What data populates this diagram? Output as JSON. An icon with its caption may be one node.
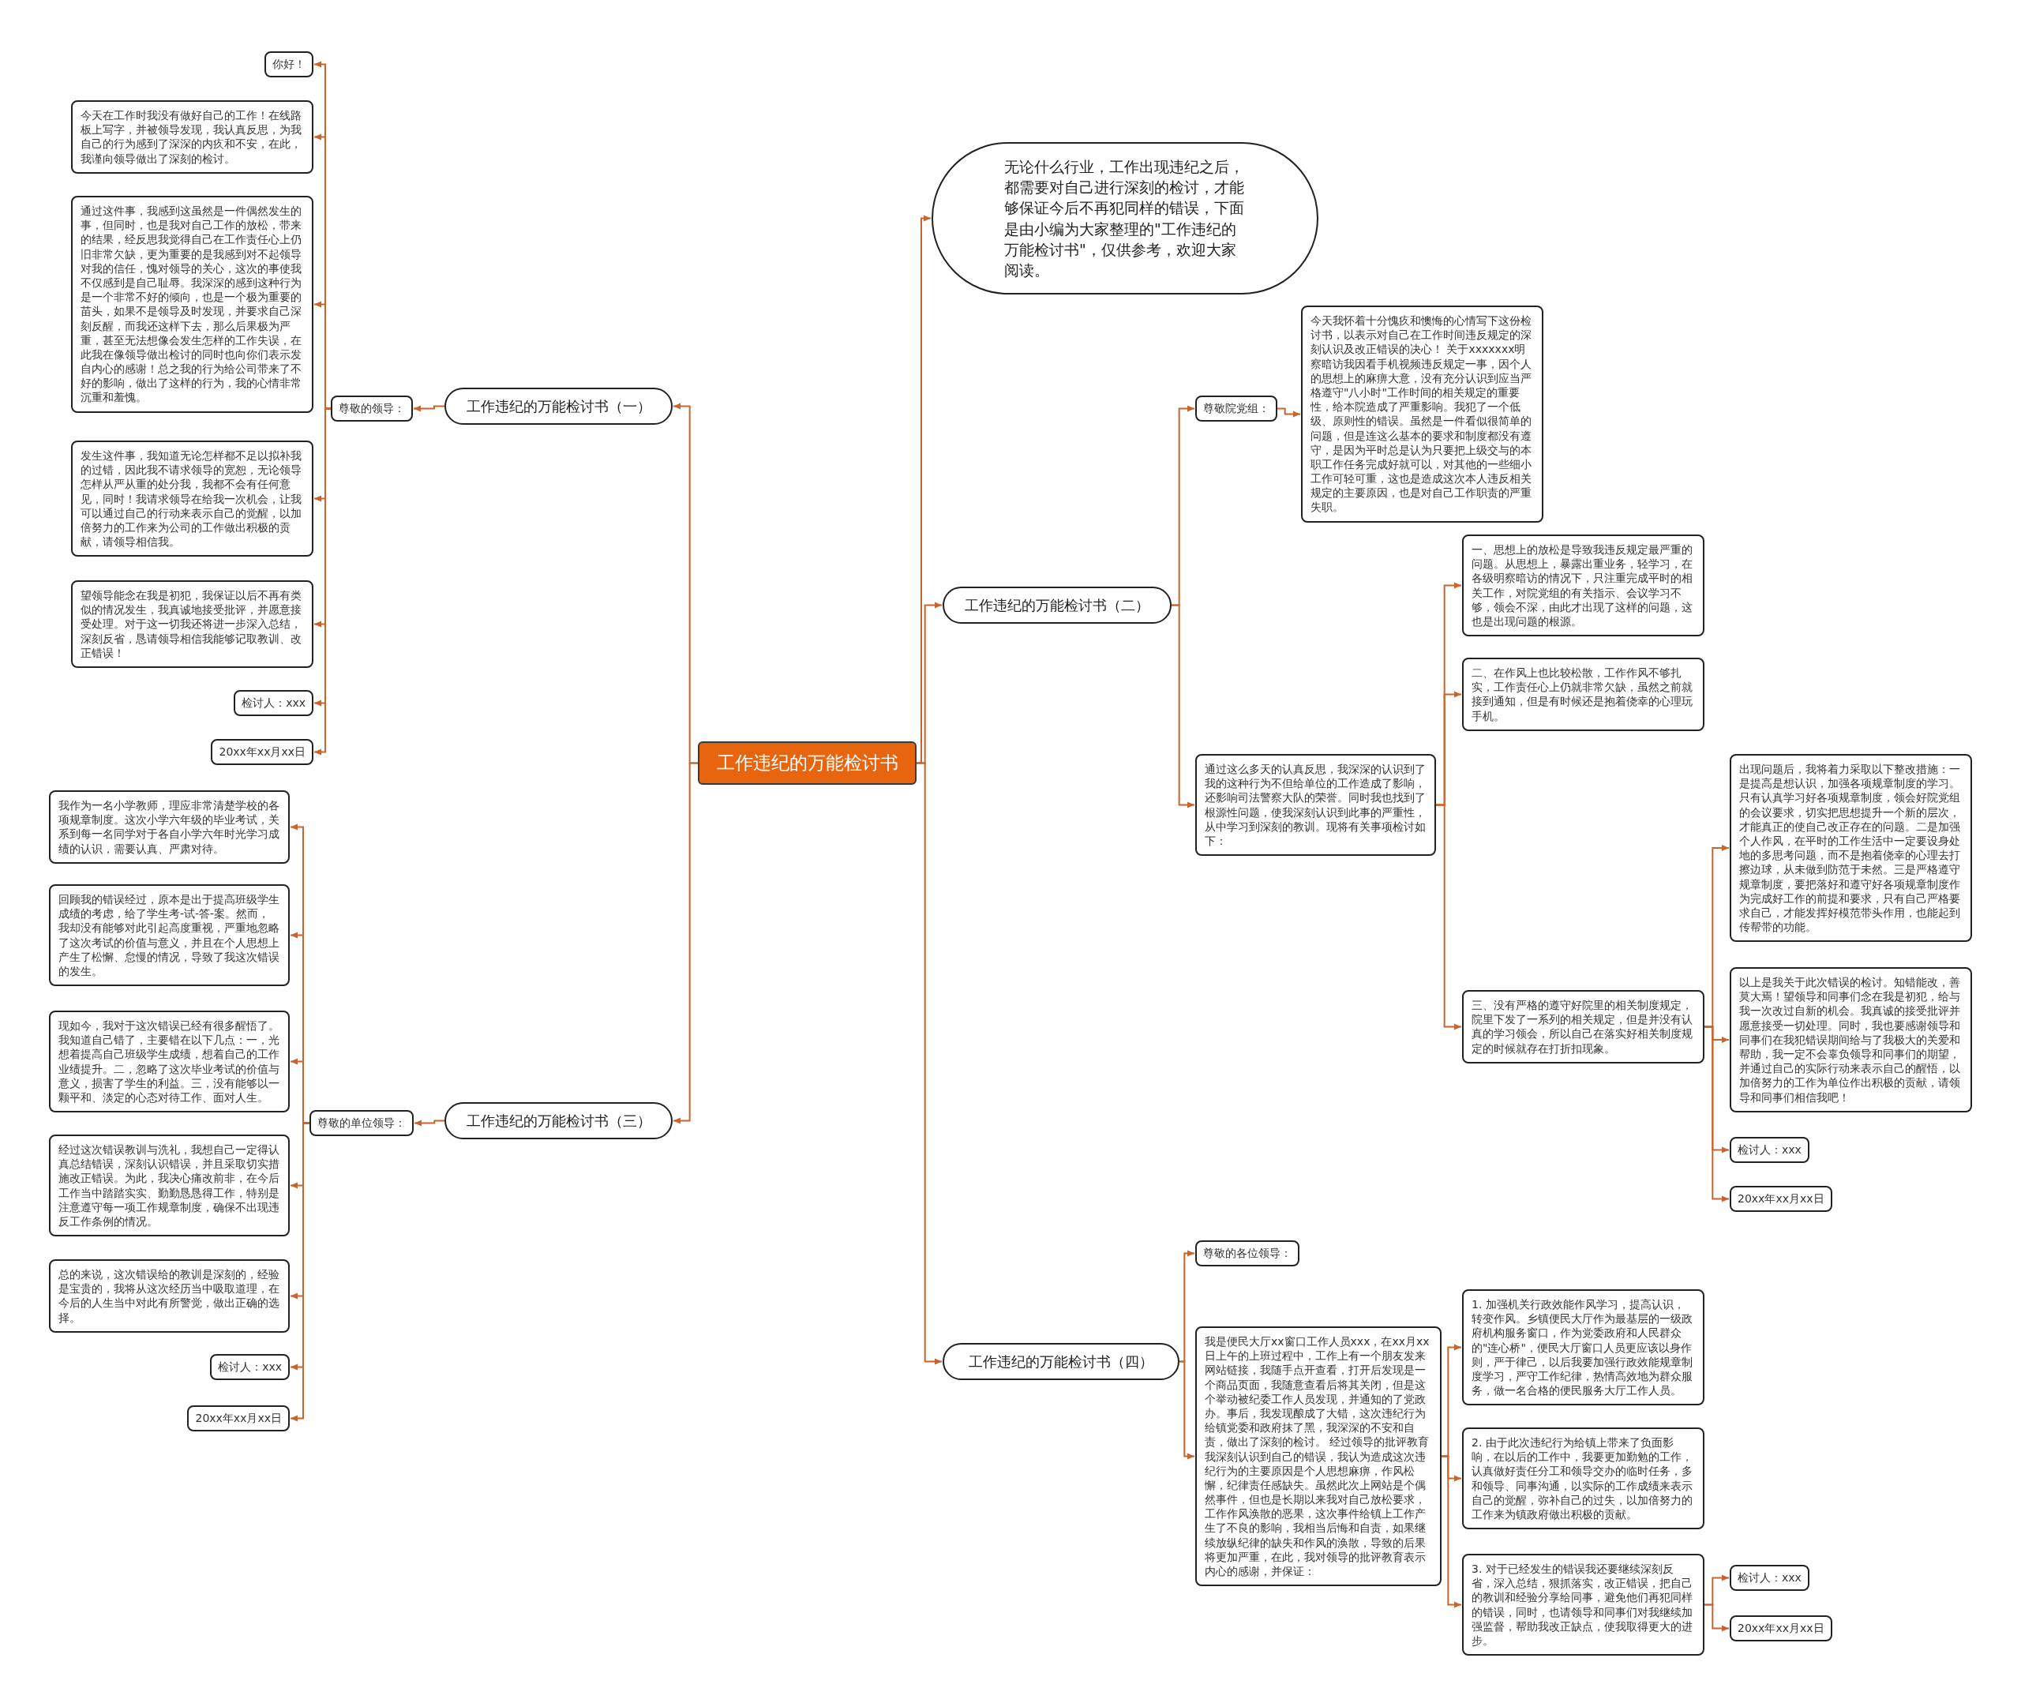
{
  "diagram": {
    "nodes": [
      {
        "text": [
          "工作违纪的万能检讨书"
        ]
      },
      {
        "text": [
          "无论什么行业，工作出现违纪之后，都需要对自己进行深刻的检讨，才能够保证今后不再犯同样的错误，下面是由小编为大家整理的\"工作违纪的万能检讨书\"，仅供参考，欢迎大家阅读。"
        ]
      },
      {
        "text": [
          "工作违纪的万能检讨书（二）"
        ]
      },
      {
        "text": [
          "尊敬院党组："
        ]
      },
      {
        "text": [
          "今天我怀着十分愧疚和懊悔的心情写下这份检讨书，以表示对自己在工作时间违反规定的深刻认识及改正错误的决心！ 关于xxxxxxx明察暗访我因看手机视频违反规定一事，因个人的思想上的麻痹大意，没有充分认识到应当严格遵守\"八小时\"工作时间的相关规定的重要性，给本院造成了严重影响。我犯了一个低级、原则性的错误。虽然是一件看似很简单的问题，但是连这么基本的要求和制度都没有遵守，是因为平时总是认为只要把上级交与的本职工作任务完成好就可以，对其他的一些细小工作可轻可重，这也是造成这次本人违反相关规定的主要原因，也是对自己工作职责的严重失职。"
        ]
      },
      {
        "text": [
          "通过这么多天的认真反思，我深深的认识到了我的这种行为不但给单位的工作造成了影响，还影响司法警察大队的荣誉。同时我也找到了根源性问题，使我深刻认识到此事的严重性，从中学习到深刻的教训。现将有关事项检讨如下："
        ]
      },
      {
        "text": [
          "一、思想上的放松是导致我违反规定最严重的问题。从思想上，暴露出重业务，轻学习，在各级明察暗访的情况下，只注重完成平时的相关工作，对院党组的有关指示、会议学习不够，领会不深，由此才出现了这样的问题，这也是出现问题的根源。"
        ]
      },
      {
        "text": [
          "二、在作风上也比较松散，工作作风不够扎实，工作责任心上仍就非常欠缺，虽然之前就接到通知，但是有时候还是抱着侥幸的心理玩手机。"
        ]
      },
      {
        "text": [
          "三、没有严格的遵守好院里的相关制度规定，院里下发了一系列的相关规定，但是并没有认真的学习领会，所以自己在落实好相关制度规定的时候就存在打折扣现象。"
        ]
      },
      {
        "text": [
          "出现问题后，我将着力采取以下整改措施：一是提高是想认识，加强各项规章制度的学习。只有认真学习好各项规章制度，领会好院党组的会议要求，切实把思想提升一个新的层次，才能真正的使自己改正存在的问题。二是加强个人作风，在平时的工作生活中一定要设身处地的多思考问题，而不是抱着侥幸的心理去打擦边球，从未做到防范于未然。三是严格遵守规章制度，要把落好和遵守好各项规章制度作为完成好工作的前提和要求，只有自己严格要求自己，才能发挥好模范带头作用，也能起到传帮带的功能。"
        ]
      },
      {
        "text": [
          "以上是我关于此次错误的检讨。知错能改，善莫大焉！望领导和同事们念在我是初犯，给与我一次改过自新的机会。我真诚的接受批评并愿意接受一切处理。同时，我也要感谢领导和同事们在我犯错误期间给与了我极大的关爱和帮助，我一定不会辜负领导和同事们的期望，并通过自己的实际行动来表示自己的醒悟，以加倍努力的工作为单位作出积极的贡献，请领导和同事们相信我吧！"
        ]
      },
      {
        "text": [
          "检讨人：xxx"
        ]
      },
      {
        "text": [
          "20xx年xx月xx日"
        ]
      },
      {
        "text": [
          "工作违纪的万能检讨书（四）"
        ]
      },
      {
        "text": [
          "尊敬的各位领导："
        ]
      },
      {
        "text": [
          "我是便民大厅xx窗口工作人员xxx，在xx月xx日上午的上班过程中，工作上有一个朋友发来网站链接，我随手点开查看，打开后发现是一个商品页面，我随意查看后将其关闭，但是这个举动被纪委工作人员发现，并通知的了党政办。事后，我发现酿成了大错，这次违纪行为给镇党委和政府抹了黑，我深深的不安和自责，做出了深刻的检讨。 经过领导的批评教育我深刻认识到自己的错误，我认为造成这次违纪行为的主要原因是个人思想麻痹，作风松懈，纪律责任感缺失。虽然此次上网站是个偶然事件，但也是长期以来我对自己放松要求，工作作风涣散的恶果，这次事件给镇上工作产生了不良的影响，我相当后悔和自责，如果继续放纵纪律的缺失和作风的涣散，导致的后果将更加严重，在此，我对领导的批评教育表示内心的感谢，并保证："
        ]
      },
      {
        "text": [
          "1. 加强机关行政效能作风学习，提高认识，转变作风。乡镇便民大厅作为最基层的一级政府机构服务窗口，作为党委政府和人民群众的\"连心桥\"，便民大厅窗口人员更应该以身作则，严于律己，以后我要加强行政效能规章制度学习，严守工作纪律，热情高效地为群众服务，做一名合格的便民服务大厅工作人员。"
        ]
      },
      {
        "text": [
          "2. 由于此次违纪行为给镇上带来了负面影响，在以后的工作中，我要更加勤勉的工作，认真做好责任分工和领导交办的临时任务，多和领导、同事沟通，以实际的工作成绩来表示自己的觉醒，弥补自己的过失，以加倍努力的工作来为镇政府做出积极的贡献。"
        ]
      },
      {
        "text": [
          "3. 对于已经发生的错误我还要继续深刻反省，深入总结，狠抓落实，改正错误，把自己的教训和经验分享给同事，避免他们再犯同样的错误，同时，也请领导和同事们对我继续加强监督，帮助我改正缺点，使我取得更大的进步。"
        ]
      },
      {
        "text": [
          "检讨人：xxx"
        ]
      },
      {
        "text": [
          "20xx年xx月xx日"
        ]
      },
      {
        "text": [
          "工作违纪的万能检讨书（一）"
        ]
      },
      {
        "text": [
          "尊敬的领导："
        ]
      },
      {
        "text": [
          "你好！"
        ]
      },
      {
        "text": [
          "今天在工作时我没有做好自己的工作！在线路板上写字，并被领导发现，我认真反思，为我自己的行为感到了深深的内疚和不安，在此，我谨向领导做出了深刻的检讨。"
        ]
      },
      {
        "text": [
          "通过这件事，我感到这虽然是一件偶然发生的事，但同时，也是我对自己工作的放松，带来的结果，经反思我觉得自己在工作责任心上仍旧非常欠缺，更为重要的是我感到对不起领导对我的信任，愧对领导的关心，这次的事使我不仅感到是自己耻辱。我深深的感到这种行为是一个非常不好的倾向，也是一个极为重要的苗头，如果不是领导及时发现，并要求自己深刻反醒，而我还这样下去，那么后果极为严重，甚至无法想像会发生怎样的工作失误，在此我在像领导做出检讨的同时也向你们表示发自内心的感谢！总之我的行为给公司带来了不好的影响，做出了这样的行为，我的心情非常沉重和羞愧。"
        ]
      },
      {
        "text": [
          "发生这件事，我知道无论怎样都不足以拟补我的过错，因此我不请求领导的宽恕，无论领导怎样从严从重的处分我，我都不会有任何意见，同时！我请求领导在给我一次机会，让我可以通过自己的行动来表示自己的觉醒，以加倍努力的工作来为公司的工作做出积极的贡献，请领导相信我。"
        ]
      },
      {
        "text": [
          "望领导能念在我是初犯，我保证以后不再有类似的情况发生，我真诚地接受批评，并愿意接受处理。对于这一切我还将进一步深入总结，深刻反省，恳请领导相信我能够记取教训、改正错误！"
        ]
      },
      {
        "text": [
          "检讨人：xxx"
        ]
      },
      {
        "text": [
          "20xx年xx月xx日"
        ]
      },
      {
        "text": [
          "工作违纪的万能检讨书（三）"
        ]
      },
      {
        "text": [
          "尊敬的单位领导："
        ]
      },
      {
        "text": [
          "我作为一名小学教师，理应非常清楚学校的各项规章制度。这次小学六年级的毕业考试，关系到每一名同学对于各自小学六年时光学习成绩的认识，需要认真、严肃对待。"
        ]
      },
      {
        "text": [
          "回顾我的错误经过，原本是出于提高班级学生成绩的考虑，给了学生考-试-答-案。然而，我却没有能够对此引起高度重视，严重地忽略了这次考试的价值与意义，并且在个人思想上产生了松懈、怠慢的情况，导致了我这次错误的发生。"
        ]
      },
      {
        "text": [
          "现如今，我对于这次错误已经有很多醒悟了。我知道自己错了，主要错在以下几点：一，光想着提高自己班级学生成绩，想着自己的工作业绩提升。二，忽略了这次毕业考试的价值与意义，损害了学生的利益。三，没有能够以一颗平和、淡定的心态对待工作、面对人生。"
        ]
      },
      {
        "text": [
          "经过这次错误教训与洗礼，我想自己一定得认真总结错误，深刻认识错误，并且采取切实措施改正错误。为此，我决心痛改前非，在今后工作当中踏踏实实、勤勤恳恳得工作，特别是注意遵守每一项工作规章制度，确保不出现违反工作条例的情况。"
        ]
      },
      {
        "text": [
          "总的来说，这次错误给的教训是深刻的，经验是宝贵的，我将从这次经历当中吸取道理，在今后的人生当中对此有所警觉，做出正确的选择。"
        ]
      },
      {
        "text": [
          "检讨人：xxx"
        ]
      },
      {
        "text": [
          "20xx年xx月xx日"
        ]
      }
    ],
    "edges": [
      {
        "from": 0,
        "to": 1,
        "arrow": "to"
      },
      {
        "from": 0,
        "to": 2,
        "arrow": "to"
      },
      {
        "from": 0,
        "to": 13,
        "arrow": "to"
      },
      {
        "from": 0,
        "to": 21,
        "arrow": "to"
      },
      {
        "from": 0,
        "to": 30,
        "arrow": "to"
      },
      {
        "from": 2,
        "to": 3,
        "arrow": "to"
      },
      {
        "from": 2,
        "to": 5,
        "arrow": "to"
      },
      {
        "from": 3,
        "to": 4,
        "arrow": "to"
      },
      {
        "from": 5,
        "to": 6,
        "arrow": "to"
      },
      {
        "from": 5,
        "to": 7,
        "arrow": "to"
      },
      {
        "from": 5,
        "to": 8,
        "arrow": "to"
      },
      {
        "from": 8,
        "to": 9,
        "arrow": "to"
      },
      {
        "from": 8,
        "to": 10,
        "arrow": "to"
      },
      {
        "from": 8,
        "to": 11,
        "arrow": "to"
      },
      {
        "from": 8,
        "to": 12,
        "arrow": "to"
      },
      {
        "from": 13,
        "to": 14,
        "arrow": "to"
      },
      {
        "from": 13,
        "to": 15,
        "arrow": "to"
      },
      {
        "from": 15,
        "to": 16,
        "arrow": "to"
      },
      {
        "from": 15,
        "to": 17,
        "arrow": "to"
      },
      {
        "from": 15,
        "to": 18,
        "arrow": "to"
      },
      {
        "from": 18,
        "to": 19,
        "arrow": "to"
      },
      {
        "from": 18,
        "to": 20,
        "arrow": "to"
      },
      {
        "from": 21,
        "to": 22,
        "arrow": "to"
      },
      {
        "from": 22,
        "to": 23,
        "arrow": "to"
      },
      {
        "from": 22,
        "to": 24,
        "arrow": "to"
      },
      {
        "from": 22,
        "to": 25,
        "arrow": "to"
      },
      {
        "from": 22,
        "to": 26,
        "arrow": "to"
      },
      {
        "from": 22,
        "to": 27,
        "arrow": "to"
      },
      {
        "from": 22,
        "to": 28,
        "arrow": "to"
      },
      {
        "from": 22,
        "to": 29,
        "arrow": "to"
      },
      {
        "from": 30,
        "to": 31,
        "arrow": "to"
      },
      {
        "from": 31,
        "to": 32,
        "arrow": "to"
      },
      {
        "from": 31,
        "to": 33,
        "arrow": "to"
      },
      {
        "from": 31,
        "to": 34,
        "arrow": "to"
      },
      {
        "from": 31,
        "to": 35,
        "arrow": "to"
      },
      {
        "from": 31,
        "to": 36,
        "arrow": "to"
      },
      {
        "from": 31,
        "to": 37,
        "arrow": "to"
      },
      {
        "from": 31,
        "to": 38,
        "arrow": "to"
      }
    ]
  }
}
